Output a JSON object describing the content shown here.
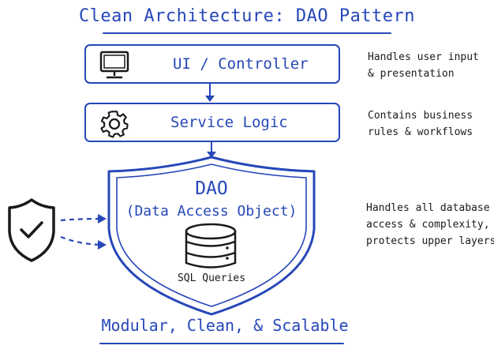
{
  "title": "Clean Architecture: DAO Pattern",
  "layers": {
    "ui": {
      "label": "UI / Controller",
      "icon": "monitor-icon",
      "note": "Handles user input\n& presentation"
    },
    "service": {
      "label": "Service Logic",
      "icon": "gear-icon",
      "note": "Contains business\nrules & workflows"
    },
    "dao": {
      "title": "DAO",
      "subtitle": "(Data Access Object)",
      "icon": "database-icon",
      "sql_label": "SQL Queries",
      "note": "Handles all database\naccess & complexity,\nprotects upper layers"
    }
  },
  "external_icon": "shield-check-icon",
  "footer": "Modular, Clean, & Scalable",
  "colors": {
    "accent": "#2647b8",
    "text": "#1a1a1a",
    "background": "#ffffff"
  }
}
